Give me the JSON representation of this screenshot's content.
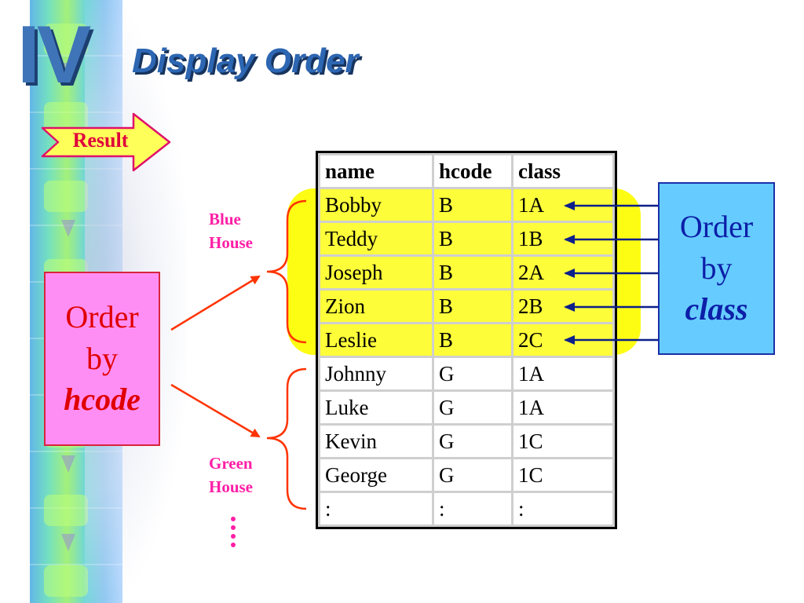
{
  "slide": {
    "section_numeral": "IV",
    "title": "Display Order",
    "result_label": "Result"
  },
  "left_box": {
    "line1": "Order",
    "line2": "by",
    "line3": "hcode"
  },
  "right_box": {
    "line1": "Order",
    "line2": "by",
    "line3": "class"
  },
  "houses": {
    "blue_line1": "Blue",
    "blue_line2": "House",
    "green_line1": "Green",
    "green_line2": "House"
  },
  "table": {
    "headers": [
      "name",
      "hcode",
      "class"
    ],
    "rows": [
      [
        "Bobby",
        "B",
        "1A"
      ],
      [
        "Teddy",
        "B",
        "1B"
      ],
      [
        "Joseph",
        "B",
        "2A"
      ],
      [
        "Zion",
        "B",
        "2B"
      ],
      [
        "Leslie",
        "B",
        "2C"
      ],
      [
        "Johnny",
        "G",
        "1A"
      ],
      [
        "Luke",
        "G",
        "1A"
      ],
      [
        "Kevin",
        "G",
        "1C"
      ],
      [
        "George",
        "G",
        "1C"
      ],
      [
        ":",
        ":",
        ":"
      ]
    ],
    "highlighted_row_count": 5
  },
  "colors": {
    "title_blue": "#2d66b2",
    "highlight_yellow": "#fdfd14",
    "pink_label": "#ff1fa6",
    "red_arrow": "#ff3300",
    "navy_arrow": "#0c1f8a",
    "hcode_box_fill": "#ff8ef4",
    "class_box_fill": "#66ccff"
  }
}
